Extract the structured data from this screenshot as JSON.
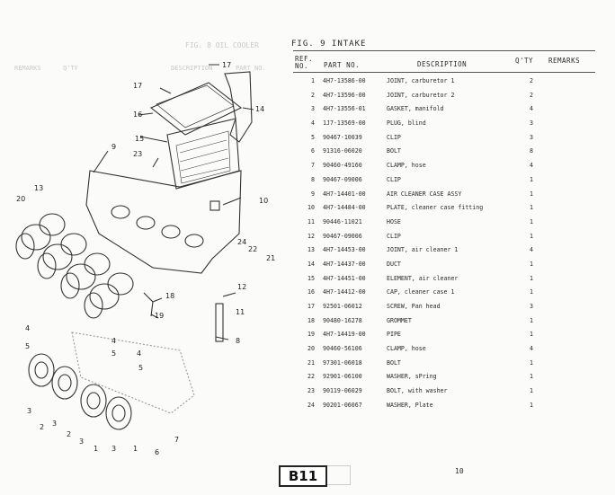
{
  "figure": {
    "title": "FIG. 9 INTAKE",
    "page_code": "B11",
    "page_number": "10"
  },
  "table": {
    "headers": {
      "ref": "REF. NO.",
      "part_no": "PART NO.",
      "description": "DESCRIPTION",
      "qty": "Q'TY",
      "remarks": "REMARKS"
    },
    "rows": [
      {
        "ref": "1",
        "part_no": "4H7-13586-00",
        "description": "JOINT, carburetor 1",
        "qty": "2"
      },
      {
        "ref": "2",
        "part_no": "4H7-13596-00",
        "description": "JOINT, carburetor 2",
        "qty": "2"
      },
      {
        "ref": "3",
        "part_no": "4H7-13556-01",
        "description": "GASKET, manifold",
        "qty": "4"
      },
      {
        "ref": "4",
        "part_no": "1J7-13569-00",
        "description": "PLUG, blind",
        "qty": "3"
      },
      {
        "ref": "5",
        "part_no": "90467-10039",
        "description": "CLIP",
        "qty": "3"
      },
      {
        "ref": "6",
        "part_no": "91316-06020",
        "description": "BOLT",
        "qty": "8"
      },
      {
        "ref": "7",
        "part_no": "90460-49160",
        "description": "CLAMP, hose",
        "qty": "4"
      },
      {
        "ref": "8",
        "part_no": "90467-09006",
        "description": "CLIP",
        "qty": "1"
      },
      {
        "ref": "9",
        "part_no": "4H7-14401-00",
        "description": "AIR CLEANER CASE ASSY",
        "qty": "1"
      },
      {
        "ref": "10",
        "part_no": "4H7-14484-00",
        "description": "PLATE, cleaner case fitting",
        "qty": "1"
      },
      {
        "ref": "11",
        "part_no": "90446-11021",
        "description": "HOSE",
        "qty": "1"
      },
      {
        "ref": "12",
        "part_no": "90467-09006",
        "description": "CLIP",
        "qty": "1"
      },
      {
        "ref": "13",
        "part_no": "4H7-14453-00",
        "description": "JOINT, air cleaner 1",
        "qty": "4"
      },
      {
        "ref": "14",
        "part_no": "4H7-14437-00",
        "description": "DUCT",
        "qty": "1"
      },
      {
        "ref": "15",
        "part_no": "4H7-14451-00",
        "description": "ELEMENT, air cleaner",
        "qty": "1"
      },
      {
        "ref": "16",
        "part_no": "4H7-14412-00",
        "description": "CAP, cleaner case 1",
        "qty": "1"
      },
      {
        "ref": "17",
        "part_no": "92501-06012",
        "description": "SCREW, Pan head",
        "qty": "3"
      },
      {
        "ref": "18",
        "part_no": "90480-16278",
        "description": "GROMMET",
        "qty": "1"
      },
      {
        "ref": "19",
        "part_no": "4H7-14419-00",
        "description": "PIPE",
        "qty": "1"
      },
      {
        "ref": "20",
        "part_no": "90460-56106",
        "description": "CLAMP, hose",
        "qty": "4"
      },
      {
        "ref": "21",
        "part_no": "97301-06018",
        "description": "BOLT",
        "qty": "1"
      },
      {
        "ref": "22",
        "part_no": "92901-06100",
        "description": "WASHER, sPring",
        "qty": "1"
      },
      {
        "ref": "23",
        "part_no": "90119-06029",
        "description": "BOLT, with washer",
        "qty": "1"
      },
      {
        "ref": "24",
        "part_no": "90201-06067",
        "description": "WASHER, Plate",
        "qty": "1"
      }
    ]
  },
  "callouts": [
    "1",
    "2",
    "3",
    "4",
    "5",
    "6",
    "7",
    "8",
    "9",
    "10",
    "11",
    "12",
    "13",
    "14",
    "15",
    "16",
    "17",
    "18",
    "19",
    "20",
    "21",
    "22",
    "23",
    "24"
  ],
  "show_through": {
    "heading": "FIG. 8 OIL COOLER",
    "headers": [
      "DESCRIPTION",
      "Q'TY",
      "REMARKS",
      "PART NO."
    ]
  },
  "colors": {
    "ink": "#2a2a2a",
    "paper": "#fbfbf9",
    "ghost": "#c9c9c6"
  }
}
